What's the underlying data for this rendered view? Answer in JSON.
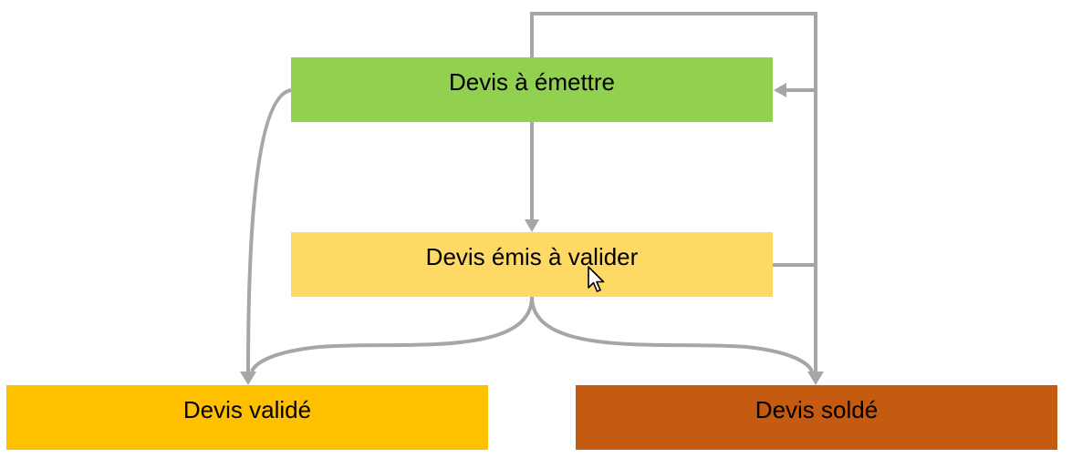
{
  "nodes": {
    "emettre": {
      "label": "Devis à émettre",
      "color": "#92d050"
    },
    "emis": {
      "label": "Devis émis à valider",
      "color": "#ffd966"
    },
    "valide": {
      "label": "Devis validé",
      "color": "#ffc000"
    },
    "solde": {
      "label": "Devis soldé",
      "color": "#c55a11"
    }
  },
  "connector_color": "#a6a6a6",
  "icons": {
    "cursor": "mouse-pointer-icon"
  }
}
